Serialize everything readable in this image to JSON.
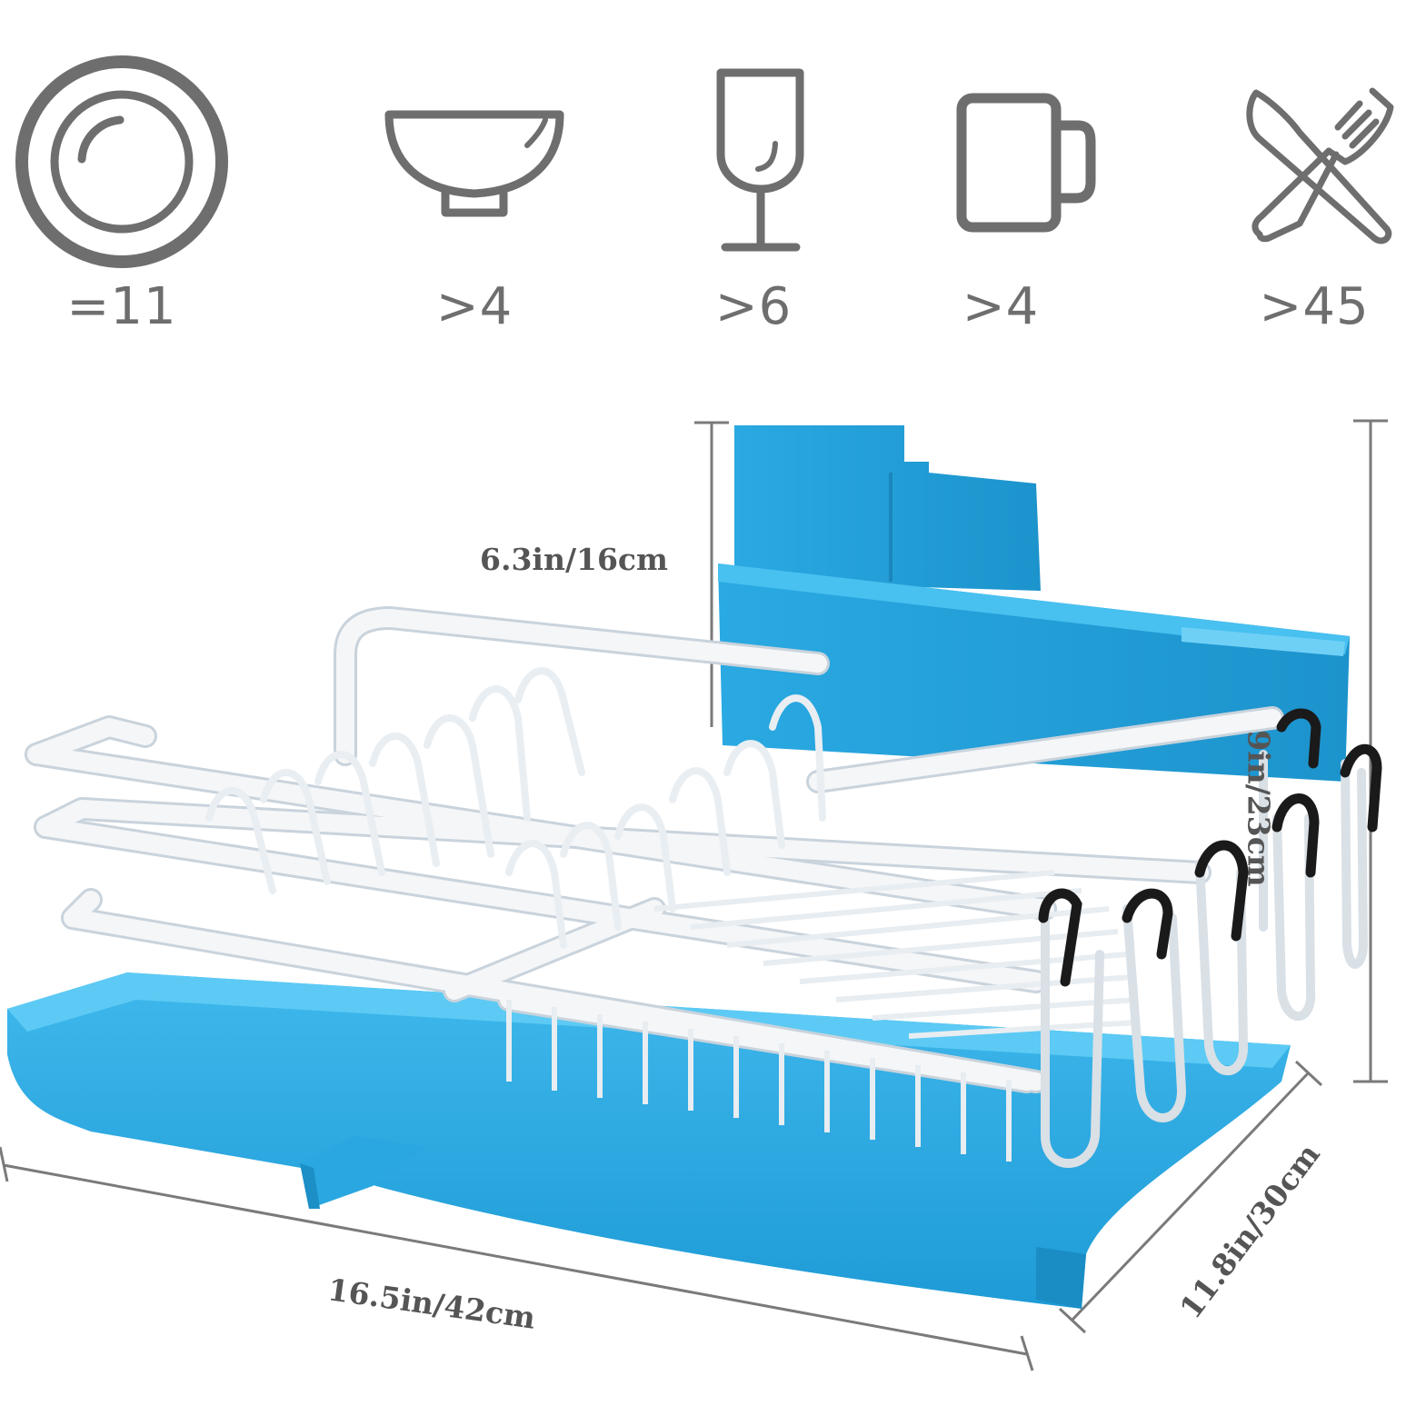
{
  "capacities": [
    {
      "icon": "plate-icon",
      "label": "=11"
    },
    {
      "icon": "bowl-icon",
      "label": ">4"
    },
    {
      "icon": "wine-glass-icon",
      "label": ">6"
    },
    {
      "icon": "mug-icon",
      "label": ">4"
    },
    {
      "icon": "cutlery-icon",
      "label": ">45"
    }
  ],
  "dimensions": {
    "utensil_holder_height": "6.3in/16cm",
    "total_height": "9in/23cm",
    "width": "16.5in/42cm",
    "depth": "11.8in/30cm"
  },
  "colors": {
    "icon_gray": "#6e6e6e",
    "tray_blue": "#29a9e1",
    "tray_blue_dark": "#1b8fc6",
    "rack_white": "#f4f6f8",
    "hook_black": "#1a1a1a"
  }
}
